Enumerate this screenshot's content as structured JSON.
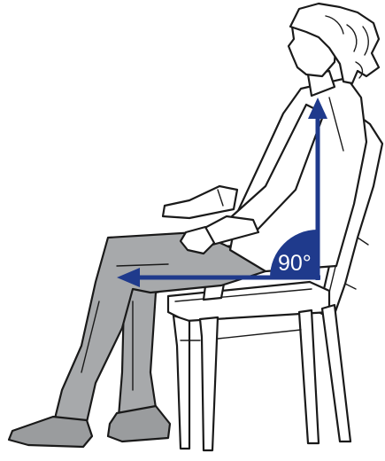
{
  "diagram": {
    "angle_label": "90°",
    "colors": {
      "arrow": "#1f3a8c",
      "outline": "#1a1a1a",
      "pants": "#a7a9ab",
      "shoes": "#9a9c9e",
      "background": "#ffffff"
    },
    "icons": [
      "seated-person",
      "chair",
      "right-angle-arrows"
    ]
  }
}
